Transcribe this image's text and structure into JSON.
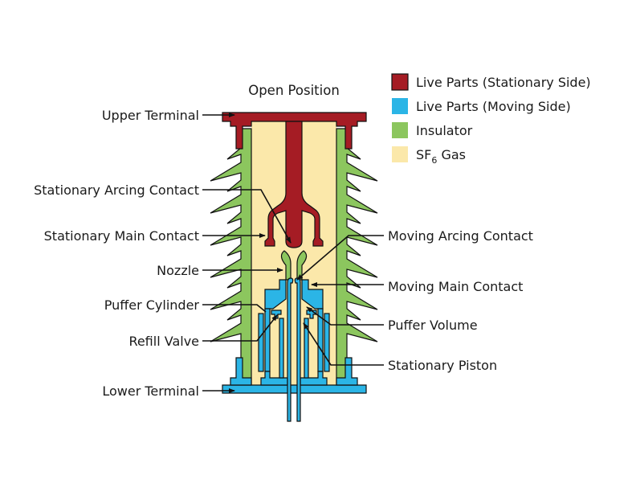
{
  "title": "Open Position",
  "legend": [
    {
      "label": "Live Parts (Stationary Side)",
      "color": "#a51c24"
    },
    {
      "label": "Live Parts (Moving Side)",
      "color": "#2bb5e6"
    },
    {
      "label": "Insulator",
      "color": "#8cc65e"
    },
    {
      "label": "SF",
      "subscript": "6",
      "suffix": " Gas",
      "color": "#fbe8aa"
    }
  ],
  "labels_left": [
    {
      "id": "upper-terminal",
      "text": "Upper Terminal"
    },
    {
      "id": "stationary-arcing-contact",
      "text": "Stationary Arcing Contact"
    },
    {
      "id": "stationary-main-contact",
      "text": "Stationary Main Contact"
    },
    {
      "id": "nozzle",
      "text": "Nozzle"
    },
    {
      "id": "puffer-cylinder",
      "text": "Puffer Cylinder"
    },
    {
      "id": "refill-valve",
      "text": "Refill Valve"
    },
    {
      "id": "lower-terminal",
      "text": "Lower Terminal"
    }
  ],
  "labels_right": [
    {
      "id": "moving-arcing-contact",
      "text": "Moving Arcing Contact"
    },
    {
      "id": "moving-main-contact",
      "text": "Moving Main Contact"
    },
    {
      "id": "puffer-volume",
      "text": "Puffer Volume"
    },
    {
      "id": "stationary-piston",
      "text": "Stationary Piston"
    }
  ],
  "colors": {
    "stationary": "#a51c24",
    "moving": "#2bb5e6",
    "insulator": "#8cc65e",
    "gas": "#fbe8aa",
    "outline": "#111111"
  }
}
